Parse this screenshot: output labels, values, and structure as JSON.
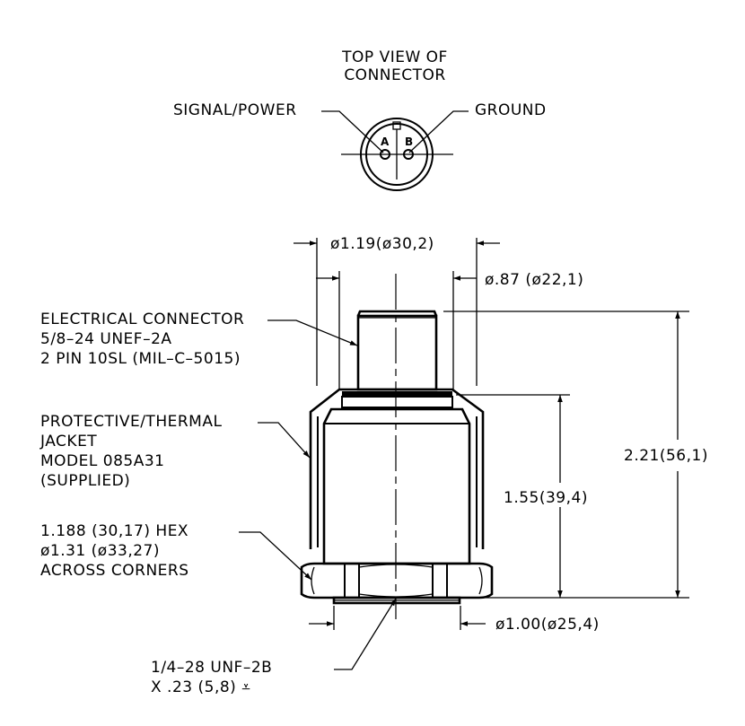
{
  "top_view": {
    "title_line1": "TOP VIEW OF",
    "title_line2": "CONNECTOR",
    "pin_a": "A",
    "pin_b": "B",
    "label_signal": "SIGNAL/POWER",
    "label_ground": "GROUND"
  },
  "dimensions": {
    "jacket_dia": "ø1.19(ø30,2)",
    "connector_dia": "ø.87  (ø22,1)",
    "overall_height": "2.21(56,1)",
    "body_height": "1.55(39,4)",
    "base_dia": "ø1.00(ø25,4)"
  },
  "callouts": {
    "connector": [
      "ELECTRICAL CONNECTOR",
      "5/8–24 UNEF–2A",
      "2 PIN 10SL (MIL–C–5015)"
    ],
    "jacket": [
      "PROTECTIVE/THERMAL",
      "JACKET",
      "MODEL 085A31",
      "(SUPPLIED)"
    ],
    "hex": [
      "1.188 (30,17) HEX",
      "ø1.31 (ø33,27)",
      "ACROSS CORNERS"
    ],
    "thread": [
      "1/4–28 UNF–2B",
      "X .23 (5,8) ⩡"
    ]
  }
}
